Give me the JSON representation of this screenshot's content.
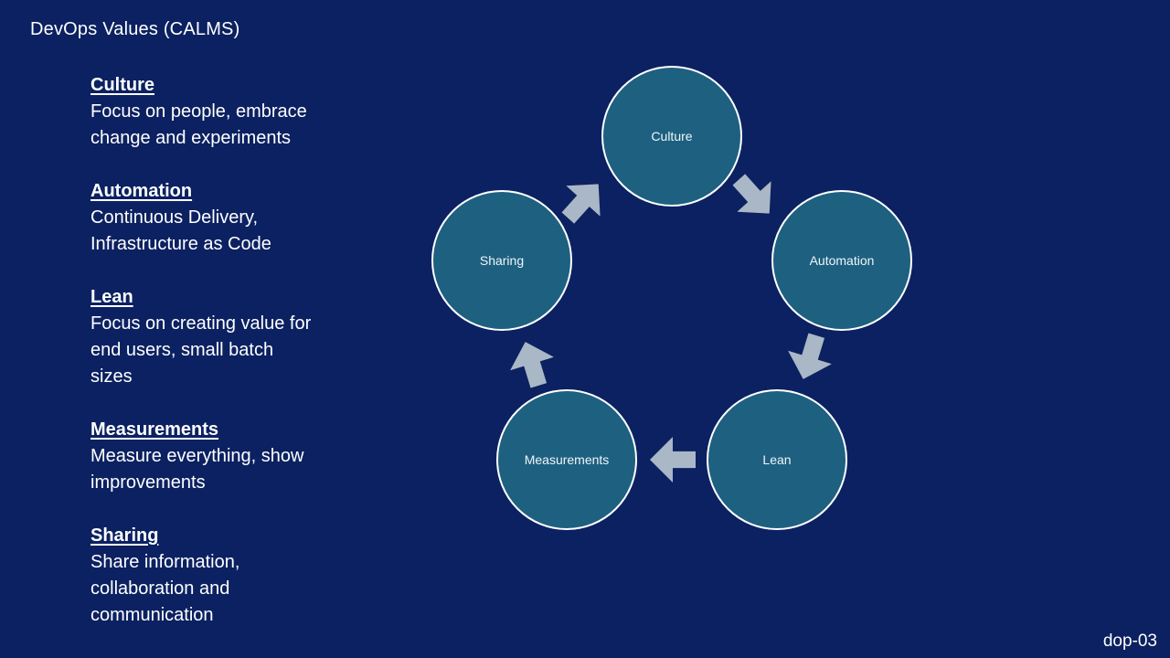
{
  "slide": {
    "title": "DevOps Values (CALMS)",
    "footer": "dop-03",
    "colors": {
      "background": "#0B2161",
      "circle_fill": "#1E6080",
      "circle_border": "#FFFFFF",
      "arrow_fill": "#A9B7C6",
      "text": "#FFFFFF"
    }
  },
  "values": [
    {
      "term": "Culture",
      "description": "Focus on people, embrace\nchange and experiments"
    },
    {
      "term": "Automation",
      "description": "Continuous Delivery,\nInfrastructure as Code"
    },
    {
      "term": "Lean",
      "description": "Focus on creating value for\nend users, small batch\nsizes"
    },
    {
      "term": "Measurements",
      "description": "Measure everything, show\nimprovements"
    },
    {
      "term": "Sharing",
      "description": "Share information,\ncollaboration and\ncommunication"
    }
  ],
  "cycle": {
    "nodes": [
      {
        "label": "Culture"
      },
      {
        "label": "Automation"
      },
      {
        "label": "Lean"
      },
      {
        "label": "Measurements"
      },
      {
        "label": "Sharing"
      }
    ],
    "arrows": [
      {
        "from": "Sharing",
        "to": "Culture"
      },
      {
        "from": "Culture",
        "to": "Automation"
      },
      {
        "from": "Automation",
        "to": "Lean"
      },
      {
        "from": "Lean",
        "to": "Measurements"
      },
      {
        "from": "Measurements",
        "to": "Sharing"
      }
    ]
  }
}
